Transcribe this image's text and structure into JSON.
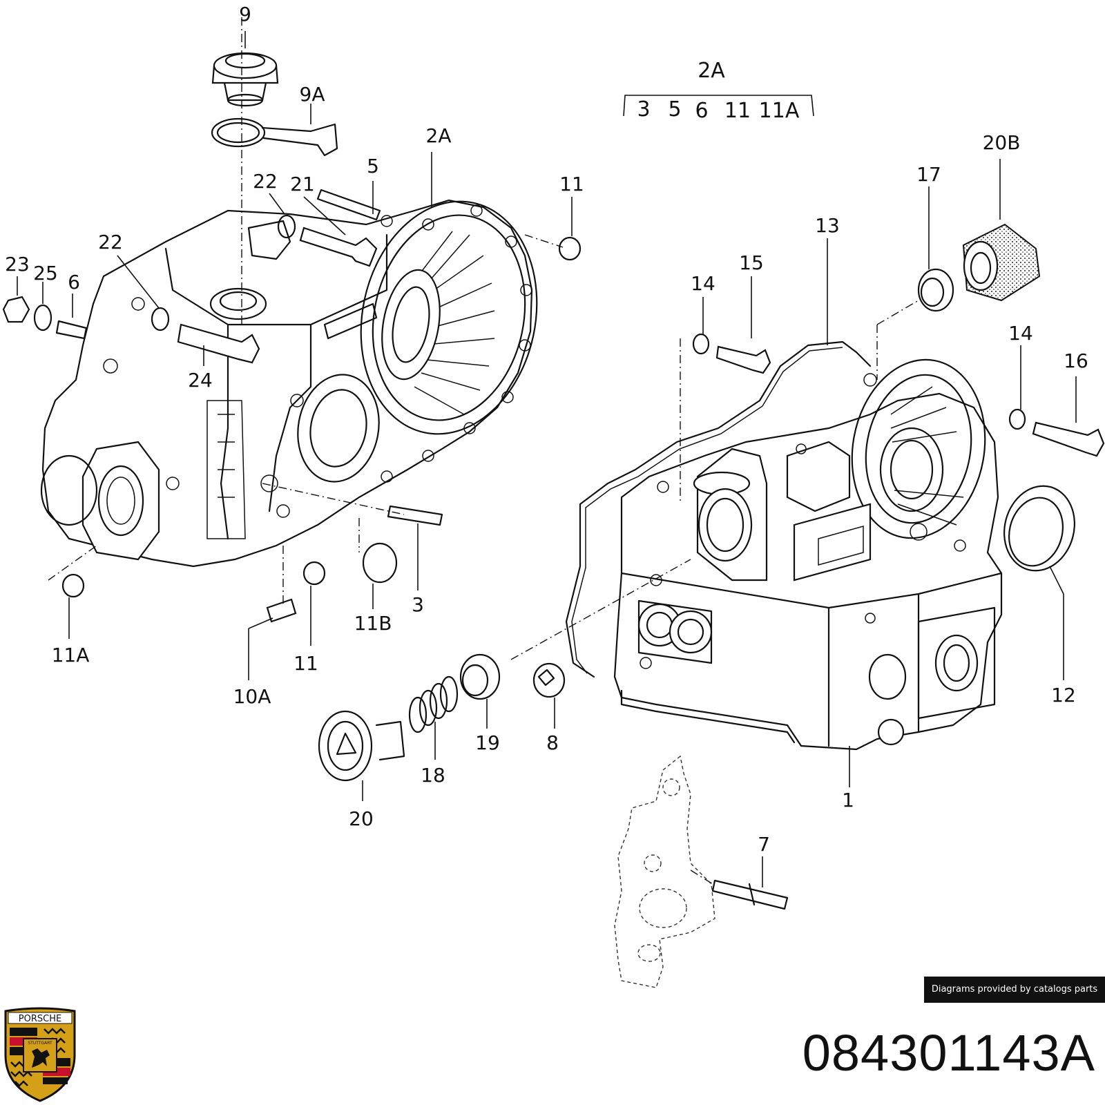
{
  "diagram": {
    "group_label": "2A",
    "group_members": [
      "3",
      "5",
      "6",
      "11",
      "11A"
    ],
    "callouts": [
      {
        "id": "c9",
        "text": "9"
      },
      {
        "id": "c9a",
        "text": "9A"
      },
      {
        "id": "c2a",
        "text": "2A"
      },
      {
        "id": "c5",
        "text": "5"
      },
      {
        "id": "c22a",
        "text": "22"
      },
      {
        "id": "c21",
        "text": "21"
      },
      {
        "id": "c11a",
        "text": "11"
      },
      {
        "id": "c22b",
        "text": "22"
      },
      {
        "id": "c23",
        "text": "23"
      },
      {
        "id": "c25",
        "text": "25"
      },
      {
        "id": "c6",
        "text": "6"
      },
      {
        "id": "c24",
        "text": "24"
      },
      {
        "id": "c3",
        "text": "3"
      },
      {
        "id": "c11b",
        "text": "11B"
      },
      {
        "id": "c11A",
        "text": "11A"
      },
      {
        "id": "c10a",
        "text": "10A"
      },
      {
        "id": "c11c",
        "text": "11"
      },
      {
        "id": "c20",
        "text": "20"
      },
      {
        "id": "c18",
        "text": "18"
      },
      {
        "id": "c19",
        "text": "19"
      },
      {
        "id": "c8",
        "text": "8"
      },
      {
        "id": "c1",
        "text": "1"
      },
      {
        "id": "c7",
        "text": "7"
      },
      {
        "id": "c12",
        "text": "12"
      },
      {
        "id": "c16",
        "text": "16"
      },
      {
        "id": "c14a",
        "text": "14"
      },
      {
        "id": "c14b",
        "text": "14"
      },
      {
        "id": "c15",
        "text": "15"
      },
      {
        "id": "c13",
        "text": "13"
      },
      {
        "id": "c17",
        "text": "17"
      },
      {
        "id": "c20b",
        "text": "20B"
      }
    ]
  },
  "credit": "Diagrams provided by catalogs parts",
  "part_number": "084301143A",
  "logo": {
    "icon": "porsche-crest-icon",
    "wordmark": "PORSCHE",
    "city": "STUTTGART",
    "colors": {
      "red": "#c8102e",
      "black": "#111111",
      "gold": "#d4a017"
    }
  }
}
